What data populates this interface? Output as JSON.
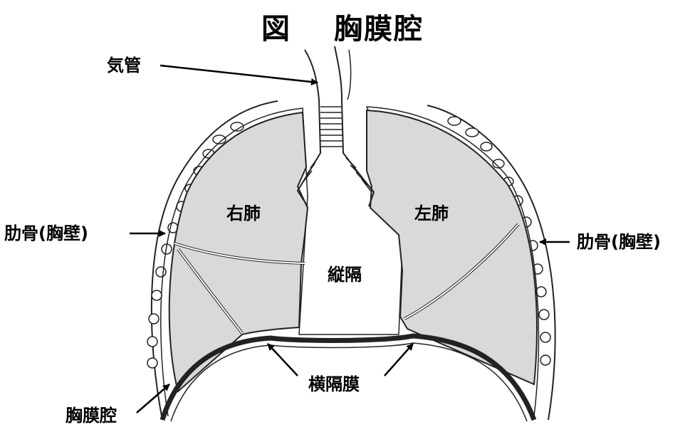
{
  "title": {
    "mark": "図",
    "text": "胸膜腔"
  },
  "labels": {
    "trachea": "気管",
    "rib_left": "肋骨(胸壁)",
    "rib_right": "肋骨(胸壁)",
    "right_lung": "右肺",
    "left_lung": "左肺",
    "mediastinum": "縦隔",
    "diaphragm": "横隔膜",
    "pleural_cavity": "胸膜腔"
  },
  "colors": {
    "lung_fill": "#d9d9d9",
    "outline": "#222222",
    "diaphragm": "#333333"
  }
}
